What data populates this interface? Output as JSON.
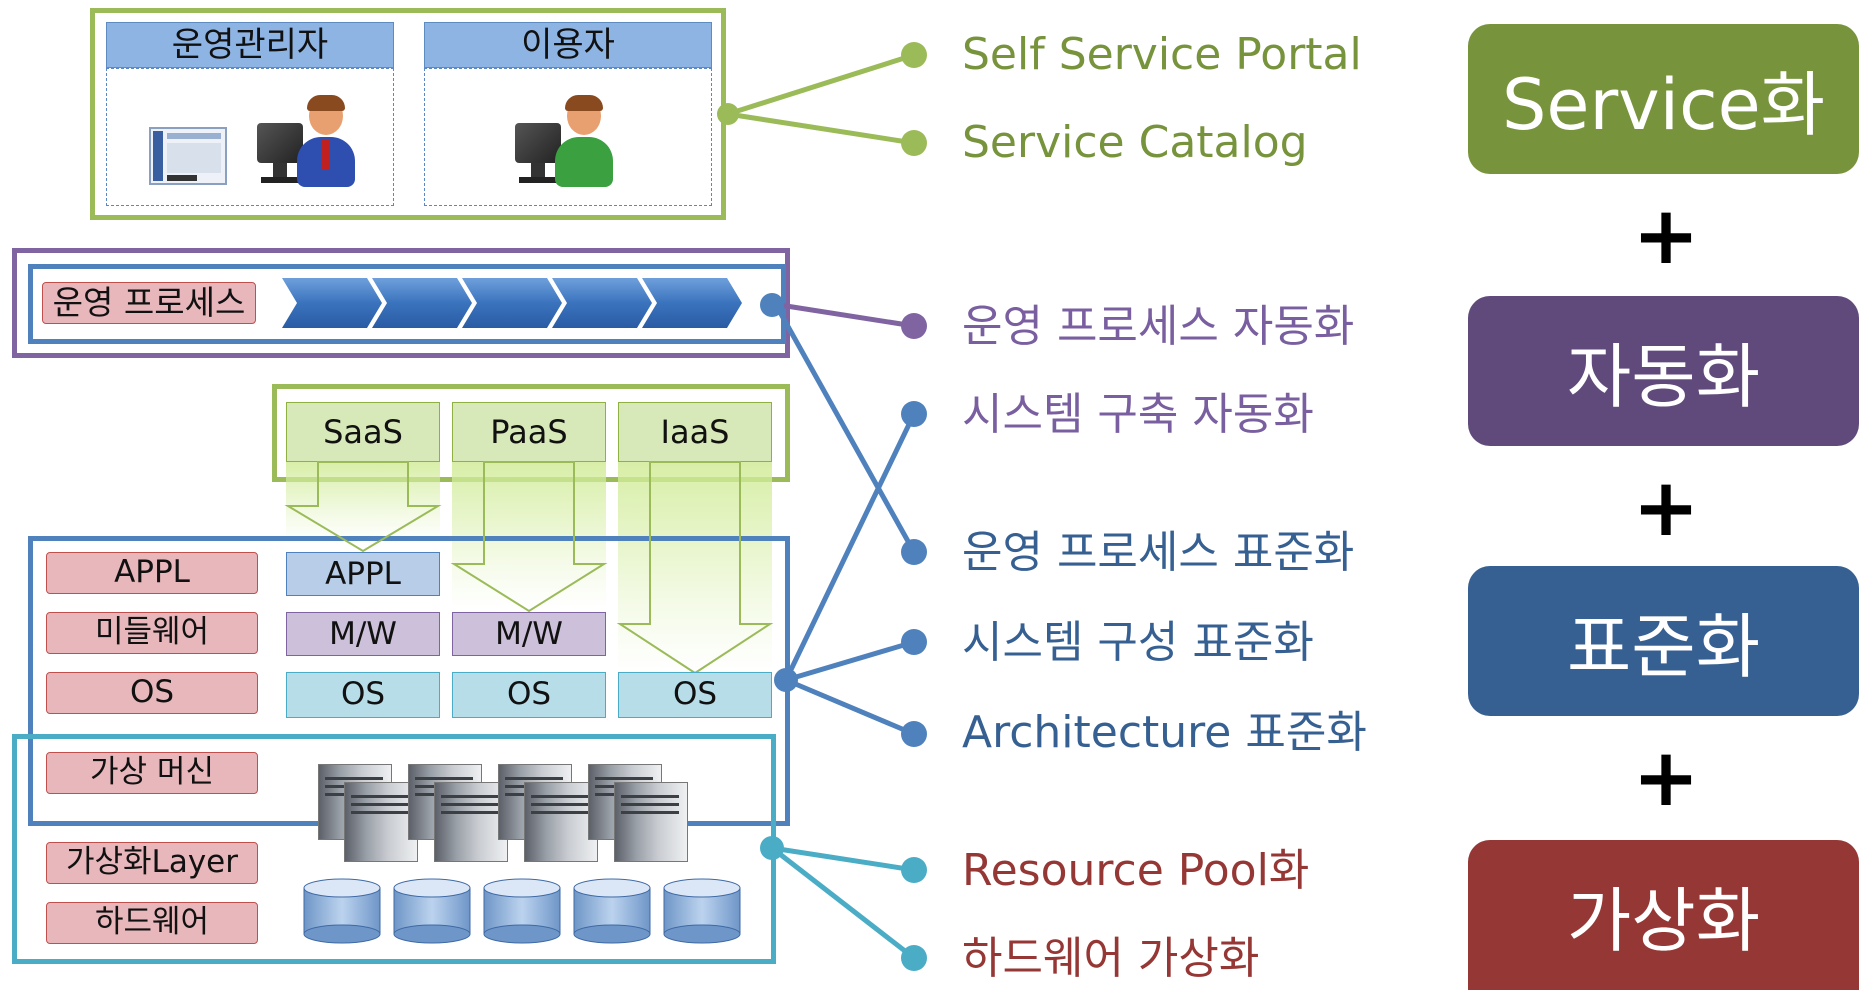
{
  "roles": {
    "admin": "운영관리자",
    "user": "이용자"
  },
  "process_label": "운영 프로세스",
  "services": [
    "SaaS",
    "PaaS",
    "IaaS"
  ],
  "layer_labels": {
    "appl": "APPL",
    "middleware": "미들웨어",
    "os": "OS",
    "vm": "가상 머신",
    "virt_layer": "가상화Layer",
    "hardware": "하드웨어"
  },
  "cells": {
    "appl": "APPL",
    "mw": "M/W",
    "os": "OS"
  },
  "notes": {
    "self_service_portal": "Self Service Portal",
    "service_catalog": "Service Catalog",
    "process_automation": "운영 프로세스 자동화",
    "system_build_automation": "시스템 구축 자동화",
    "process_standardization": "운영 프로세스 표준화",
    "system_config_standardization": "시스템 구성 표준화",
    "architecture_standardization": "Architecture 표준화",
    "resource_pool": "Resource Pool화",
    "hardware_virtualization": "하드웨어 가상화"
  },
  "categories": {
    "service": "Service화",
    "automation": "자동화",
    "standardization": "표준화",
    "virtualization": "가상화"
  },
  "plus_sign": "+",
  "colors": {
    "green": "#77933c",
    "purple": "#604a7b",
    "blue": "#376092",
    "red": "#953735",
    "green_line": "#9bbb59",
    "purple_line": "#8064a2",
    "blue_line": "#4f81bd",
    "cyan_line": "#4bacc6",
    "green_text": "#77933c",
    "purple_text": "#7a5fa0",
    "blue_text": "#376092",
    "red_text": "#953735"
  }
}
